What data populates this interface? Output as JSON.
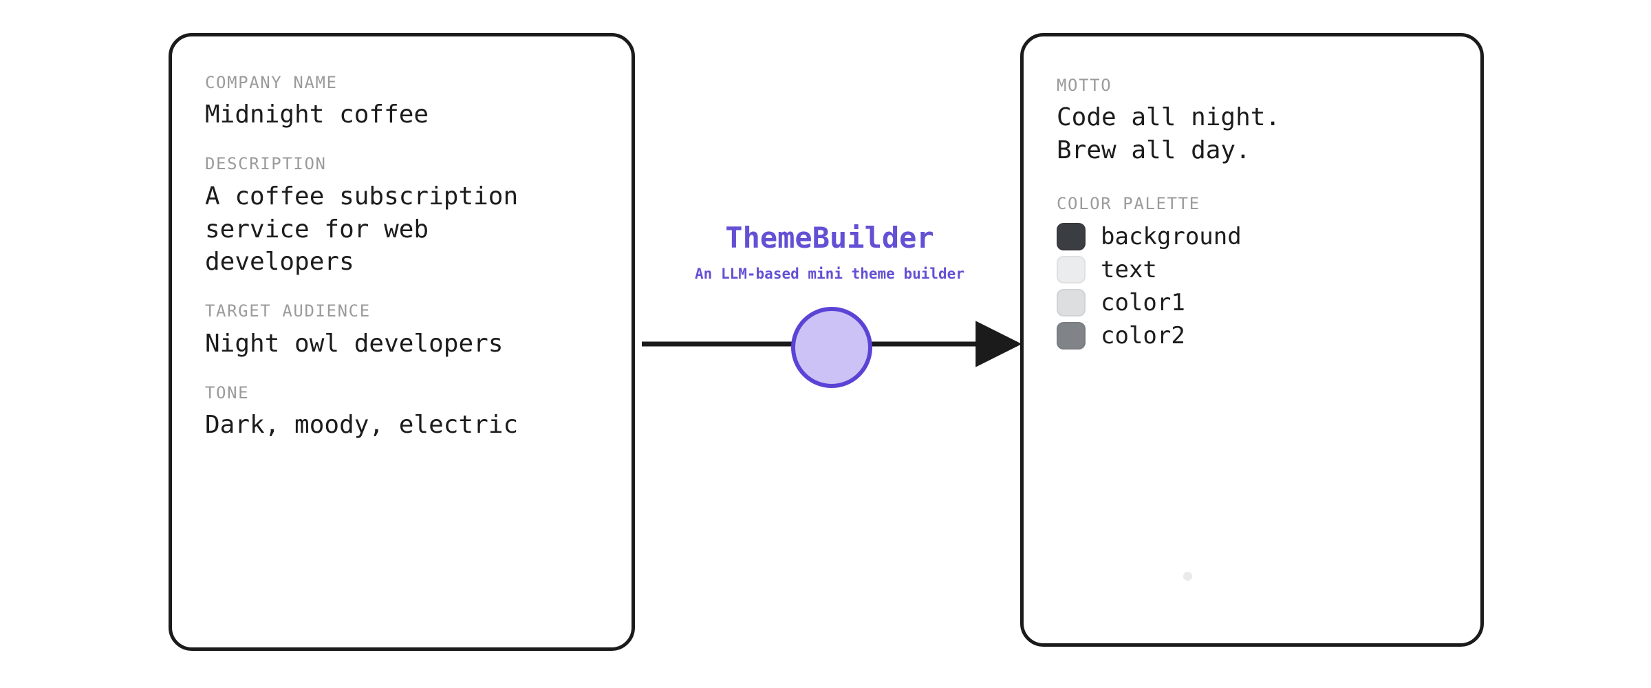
{
  "brand": {
    "title": "ThemeBuilder",
    "subtitle": "An LLM-based mini theme builder",
    "accent_color": "#6350d4",
    "node_fill": "#cdc2f5",
    "node_stroke": "#5b43d6"
  },
  "input_card": {
    "fields": [
      {
        "label": "COMPANY NAME",
        "value": "Midnight coffee"
      },
      {
        "label": "DESCRIPTION",
        "value": "A coffee subscription\nservice for web\ndevelopers"
      },
      {
        "label": "TARGET AUDIENCE",
        "value": "Night owl developers"
      },
      {
        "label": "TONE",
        "value": "Dark, moody, electric"
      }
    ]
  },
  "output_card": {
    "motto_label": "MOTTO",
    "motto_value": "Code all night.\nBrew all day.",
    "palette_label": "COLOR PALETTE",
    "palette": [
      {
        "name": "background",
        "hex": "#3a3d42"
      },
      {
        "name": "text",
        "hex": "#ebecee"
      },
      {
        "name": "color1",
        "hex": "#dcdee0"
      },
      {
        "name": "color2",
        "hex": "#808488"
      }
    ],
    "dot_color": "#e9eaec"
  },
  "arrow": {
    "color": "#1b1b1b"
  }
}
